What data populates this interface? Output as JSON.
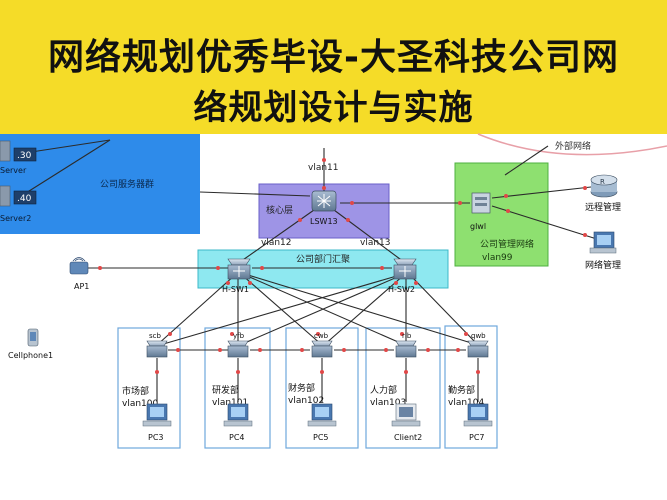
{
  "title": {
    "line1": "网络规划优秀毕设-大圣科技公司网",
    "line2": "络规划设计与实施"
  },
  "colors": {
    "banner": "#f5dc28",
    "core_zone": "#9e94e6",
    "aggregation_zone": "#8ee8f0",
    "server_zone": "#2e8bea",
    "management_zone": "#8ee070",
    "department_box": "#6fa8dc",
    "link": "#2b2b2b",
    "port_dot": "#e04848"
  },
  "zones": {
    "server": "公司服务器群",
    "core": "核心层",
    "aggregation": "公司部门汇聚",
    "management": "公司管理网络",
    "management_vlan": "vlan99",
    "external": "外部网络"
  },
  "servers": [
    {
      "ip": ".30",
      "label": "Server"
    },
    {
      "ip": ".40",
      "label": "Server2"
    }
  ],
  "core_switch": "LSW13",
  "core_vlan": "vlan11",
  "agg_switches": [
    {
      "label": "H-SW1",
      "vlan": "vlan12"
    },
    {
      "label": "H-SW2",
      "vlan": "vlan13"
    }
  ],
  "firewall": "glwl",
  "management_nodes": [
    {
      "label": "远程管理"
    },
    {
      "label": "网络管理"
    }
  ],
  "ap": "AP1",
  "cellphone": "Cellphone1",
  "access_switches": [
    {
      "label": "scb",
      "dept": "市场部",
      "vlan": "vlan100",
      "host": "PC3"
    },
    {
      "label": "yfb",
      "dept": "研发部",
      "vlan": "vlan101",
      "host": "PC4"
    },
    {
      "label": "cwb",
      "dept": "财务部",
      "vlan": "vlan102",
      "host": "PC5"
    },
    {
      "label": "rlb",
      "dept": "人力部",
      "vlan": "vlan103",
      "host": "Client2"
    },
    {
      "label": "qwb",
      "dept": "勤务部",
      "vlan": "vlan104",
      "host": "PC7"
    }
  ]
}
